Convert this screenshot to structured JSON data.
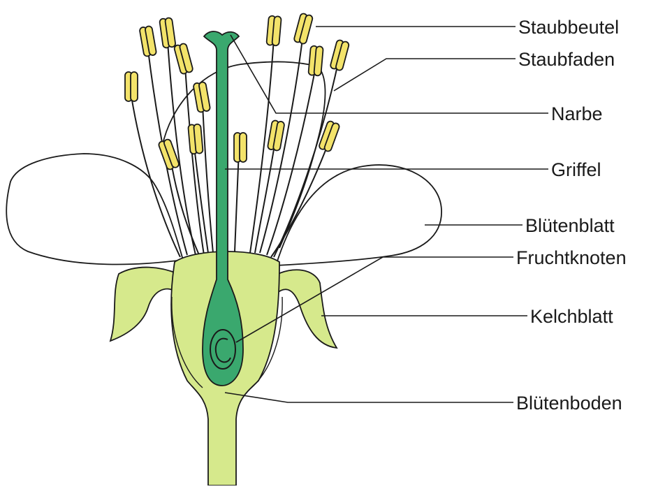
{
  "labels": {
    "staubbeutel": "Staubbeutel",
    "staubfaden": "Staubfaden",
    "narbe": "Narbe",
    "griffel": "Griffel",
    "bluetenblatt": "Blütenblatt",
    "fruchtknoten": "Fruchtknoten",
    "kelchblatt": "Kelchblatt",
    "bluetenboden": "Blütenboden"
  },
  "colors": {
    "anther": "#f3e36a",
    "receptacle": "#d6e98c",
    "pistil": "#3aa86e",
    "petal": "#ffffff",
    "outline": "#1a1a1a"
  }
}
